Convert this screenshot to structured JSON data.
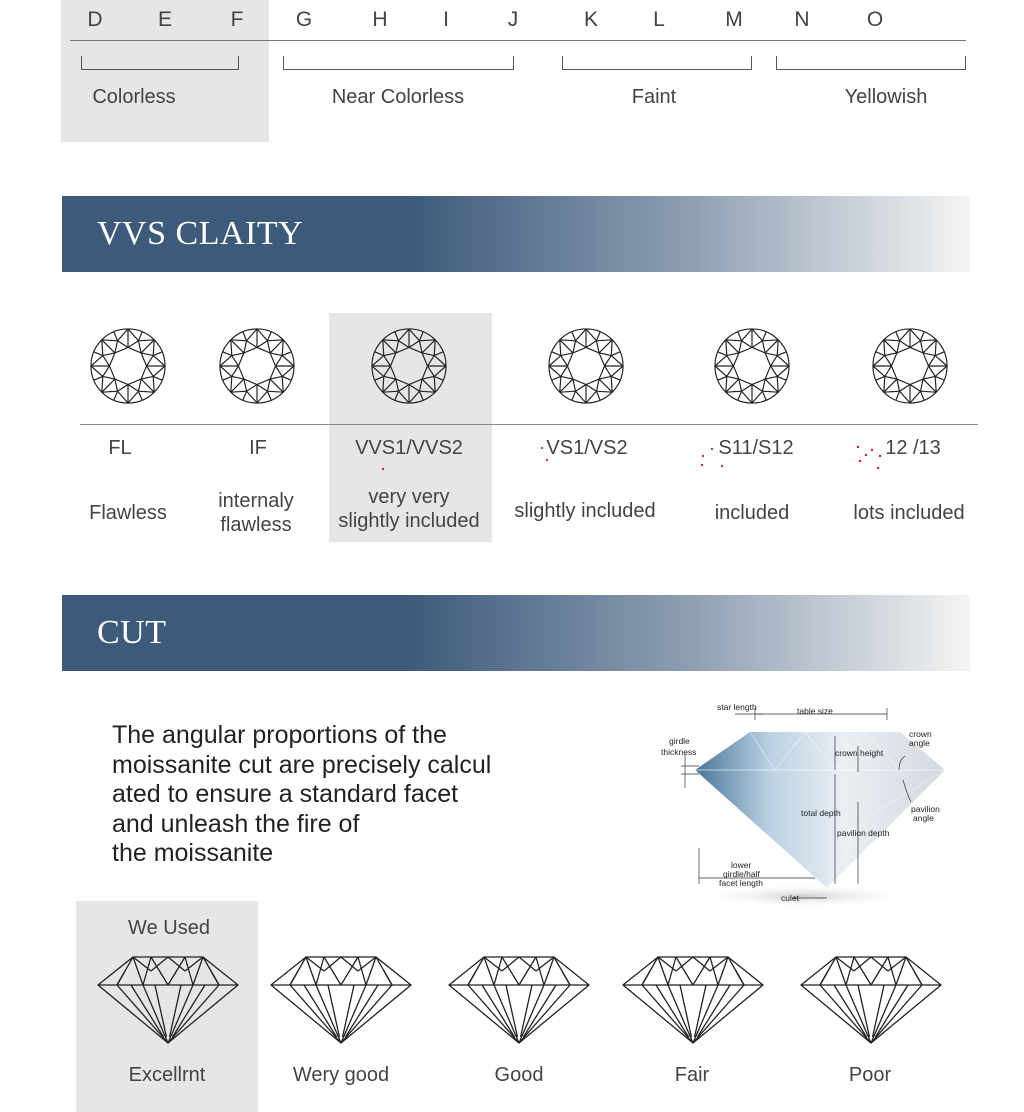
{
  "color_scale": {
    "letters": [
      "D",
      "E",
      "F",
      "G",
      "H",
      "I",
      "J",
      "K",
      "L",
      "M",
      "N",
      "O"
    ],
    "groups": [
      "Colorless",
      "Near Colorless",
      "Faint",
      "Yellowish"
    ],
    "selected_group": "Colorless"
  },
  "clarity": {
    "title": "VVS CLAITY",
    "grades": [
      {
        "code": "FL",
        "description": "Flawless"
      },
      {
        "code": "IF",
        "description": "internaly\nflawless"
      },
      {
        "code": "VVS1/VVS2",
        "description": "very very\nslightly included"
      },
      {
        "code": "VS1/VS2",
        "description": "slightly included"
      },
      {
        "code": "S11/S12",
        "description": "included"
      },
      {
        "code": "12 /13",
        "description": "lots included"
      }
    ],
    "selected_grade": "VVS1/VVS2",
    "inclusion_color": "#d0231f"
  },
  "cut": {
    "title": "CUT",
    "description_lines": [
      "The angular proportions of the",
      "moissanite cut are precisely calcul",
      "ated to ensure a standard facet",
      "and unleash the fire of",
      "the moissanite"
    ],
    "diagram_labels": {
      "star_length": "star length",
      "table_size": "table size",
      "girdle_thickness": "girdle\nthickness",
      "crown_height": "crown height",
      "crown_angle": "crown\nangle",
      "total_depth": "total depth",
      "pavilion_depth": "pavilion depth",
      "pavilion_angle": "pavilion\nangle",
      "lower_girdle": "lower\ngirdle/half\nfacet length",
      "culet": "culet"
    },
    "we_used": "We Used",
    "grades": [
      "Excellrnt",
      "Wery good",
      "Good",
      "Fair",
      "Poor"
    ],
    "selected_grade": "Excellrnt"
  },
  "colors": {
    "banner_dark": "#3d5a7a",
    "highlight": "#e6e6e6"
  }
}
